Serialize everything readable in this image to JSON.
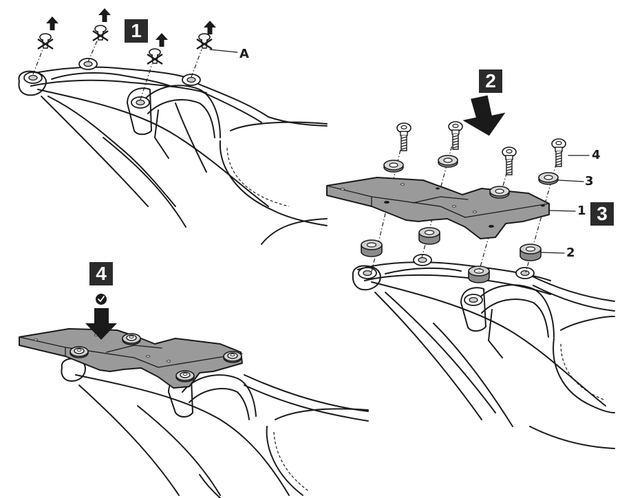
{
  "steps": [
    {
      "id": "step-1",
      "label": "1"
    },
    {
      "id": "step-2",
      "label": "2"
    },
    {
      "id": "step-3",
      "label": "3"
    },
    {
      "id": "step-4",
      "label": "4"
    }
  ],
  "callouts": {
    "a": "A",
    "part_1": "1",
    "part_2": "2",
    "part_3": "3",
    "part_4": "4"
  },
  "icons": {
    "remove_arrow": "arrow-up-icon",
    "crossed_screw": "crossed-out-screw-icon",
    "install_arrow": "arrow-down-icon",
    "check": "check-circle-icon"
  },
  "colors": {
    "plate": "#9a9a9a",
    "badge": "#2b2b2b"
  }
}
